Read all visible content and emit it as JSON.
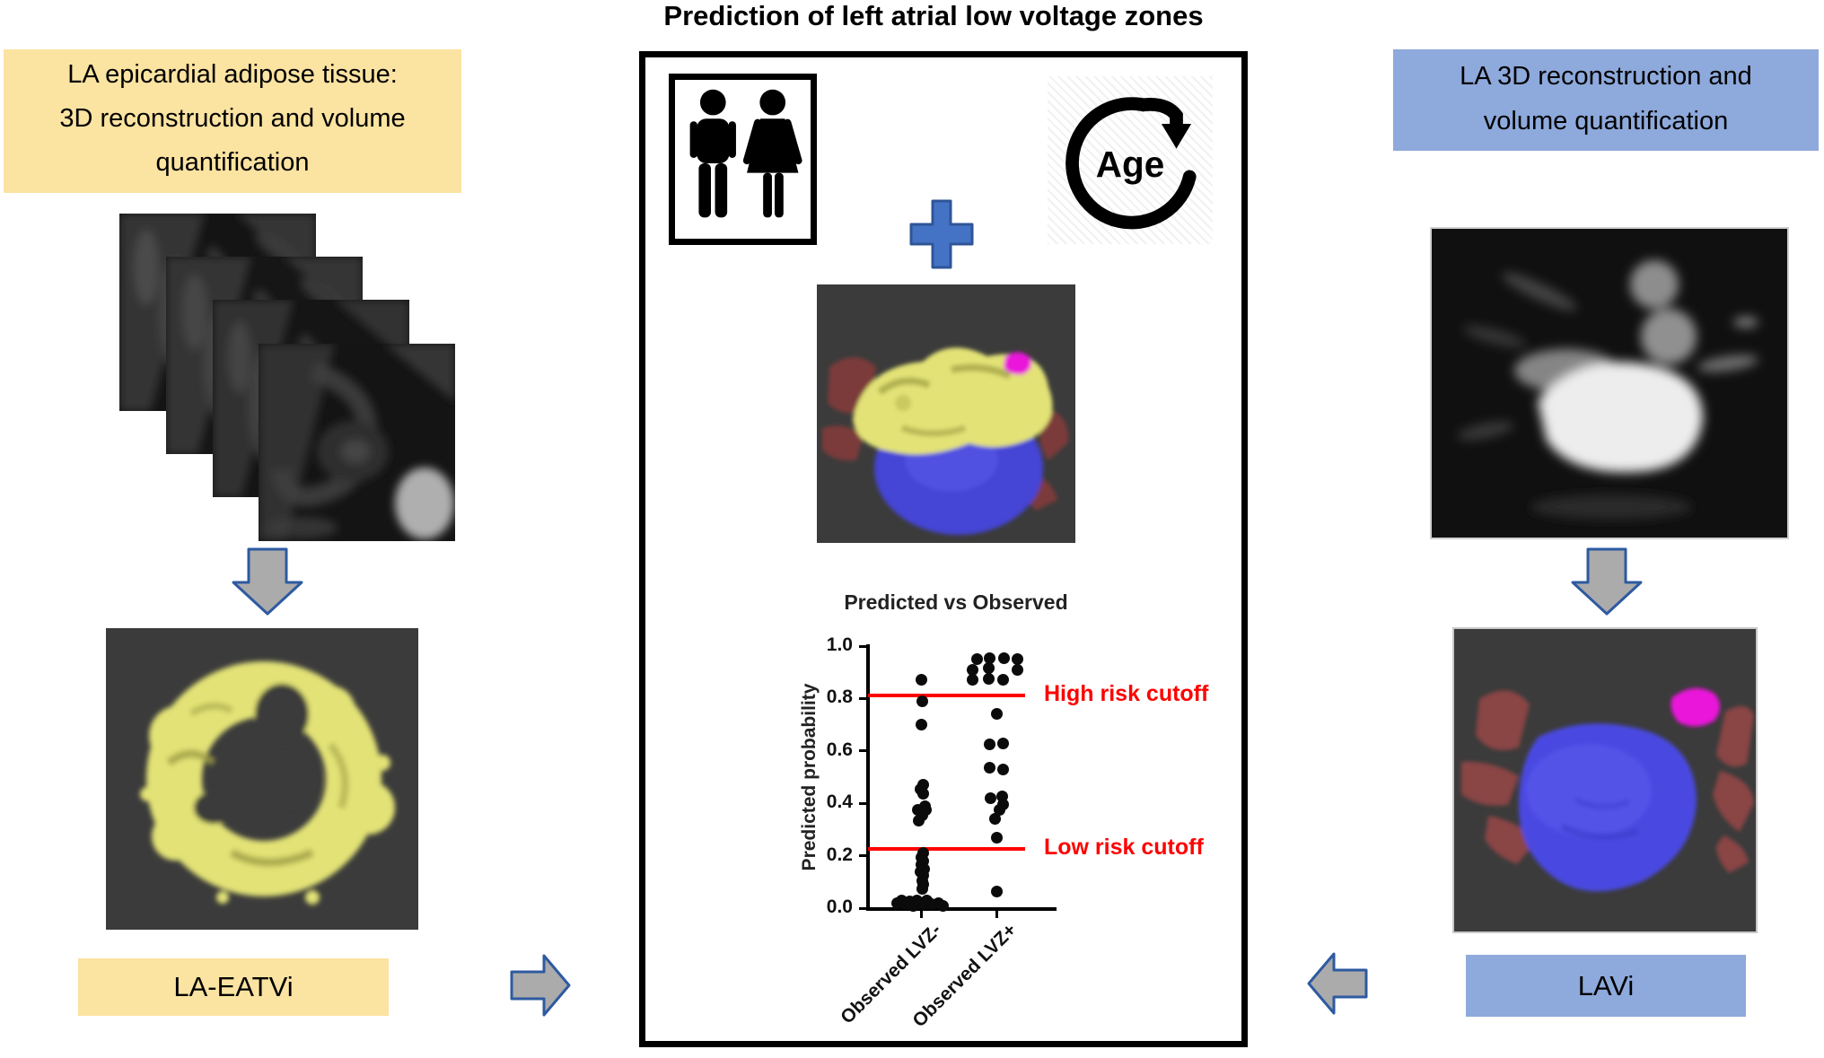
{
  "figure": {
    "title": "Prediction of left atrial low voltage zones"
  },
  "left_panel": {
    "header_lines": [
      "LA epicardial adipose tissue:",
      "3D reconstruction and volume",
      "quantification"
    ],
    "label": "LA-EATVi"
  },
  "right_panel": {
    "header_lines": [
      "LA 3D reconstruction and",
      "volume quantification"
    ],
    "label": "LAVi"
  },
  "center_panel": {
    "sex_icon": "male-female-pictogram",
    "plus_sign": "+",
    "age_label": "Age"
  },
  "colors": {
    "yellow_box": "#FBE3A1",
    "blue_box": "#8EA9DB",
    "plus_blue": "#4472C4",
    "arrow_gray": "#ABABAB",
    "arrow_outline": "#2E5AA0",
    "cutoff_red": "#FF0000",
    "image_background": "#3B3B3B",
    "eat_yellow": "#E2E276",
    "la_blue": "#4A4AE2",
    "vessel_dark_red": "#8A4444",
    "appendage_magenta": "#EA12DA"
  },
  "chart_data": {
    "type": "scatter",
    "title": "Predicted vs Observed",
    "ylabel": "Predicted probability",
    "ylim": [
      0.0,
      1.0
    ],
    "yticks": [
      "0.0",
      "0.2",
      "0.4",
      "0.6",
      "0.8",
      "1.0"
    ],
    "categories": [
      "Observed LVZ-",
      "Observed LVZ+"
    ],
    "cutoffs": [
      {
        "label": "High risk cutoff",
        "value": 0.81
      },
      {
        "label": "Low risk cutoff",
        "value": 0.225
      }
    ],
    "series": [
      {
        "name": "Observed LVZ-",
        "points": [
          [
            0.87,
            0
          ],
          [
            0.79,
            1
          ],
          [
            0.7,
            0
          ],
          [
            0.47,
            2
          ],
          [
            0.455,
            -1
          ],
          [
            0.435,
            2
          ],
          [
            0.39,
            4
          ],
          [
            0.375,
            -4
          ],
          [
            0.375,
            5
          ],
          [
            0.355,
            1
          ],
          [
            0.335,
            -3
          ],
          [
            0.21,
            2
          ],
          [
            0.195,
            0
          ],
          [
            0.18,
            2
          ],
          [
            0.165,
            0
          ],
          [
            0.15,
            3
          ],
          [
            0.14,
            -1
          ],
          [
            0.125,
            2
          ],
          [
            0.105,
            1
          ],
          [
            0.09,
            2
          ],
          [
            0.075,
            1
          ],
          [
            0.03,
            -22
          ],
          [
            0.025,
            -13
          ],
          [
            0.03,
            -5
          ],
          [
            0.02,
            -27
          ],
          [
            0.015,
            -17
          ],
          [
            0.02,
            -2
          ],
          [
            0.03,
            6
          ],
          [
            0.015,
            11
          ],
          [
            0.02,
            19
          ],
          [
            0.01,
            -9
          ],
          [
            0.015,
            3
          ],
          [
            0.01,
            24
          ]
        ]
      },
      {
        "name": "Observed LVZ+",
        "points": [
          [
            0.95,
            -22
          ],
          [
            0.955,
            -8
          ],
          [
            0.955,
            8
          ],
          [
            0.95,
            23
          ],
          [
            0.91,
            -27
          ],
          [
            0.915,
            -9
          ],
          [
            0.91,
            23
          ],
          [
            0.87,
            -27
          ],
          [
            0.875,
            -9
          ],
          [
            0.87,
            7
          ],
          [
            0.74,
            0
          ],
          [
            0.625,
            -8
          ],
          [
            0.63,
            7
          ],
          [
            0.535,
            -8
          ],
          [
            0.53,
            7
          ],
          [
            0.42,
            -7
          ],
          [
            0.425,
            6
          ],
          [
            0.395,
            7
          ],
          [
            0.375,
            3
          ],
          [
            0.34,
            -2
          ],
          [
            0.27,
            0
          ],
          [
            0.065,
            0
          ]
        ]
      }
    ],
    "legend": "none",
    "grid": false
  }
}
